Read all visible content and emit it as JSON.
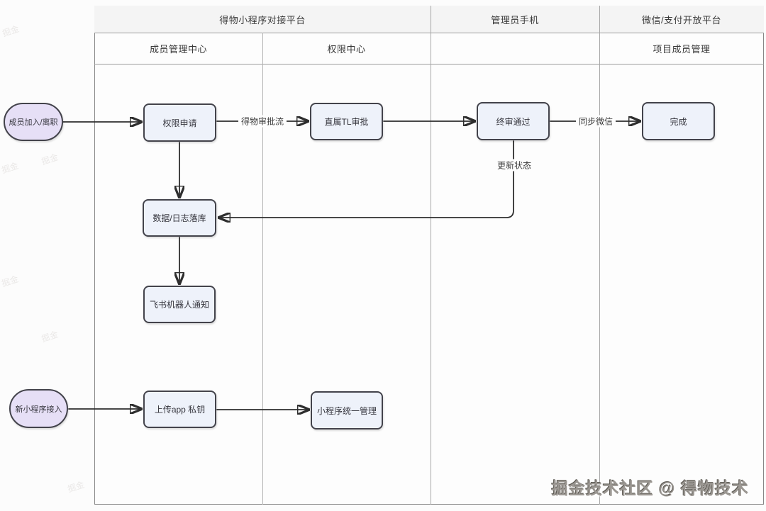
{
  "header": {
    "platform": "得物小程序对接平台",
    "member_center": "成员管理中心",
    "perm_center": "权限中心",
    "admin_phone": "管理员手机",
    "wechat_platform": "微信/支付开放平台",
    "project_member_mgmt": "项目成员管理"
  },
  "nodes": {
    "member_join": "成员加入/离职",
    "perm_request": "权限申请",
    "tl_approve": "直属TL审批",
    "final_approve": "终审通过",
    "done": "完成",
    "data_log": "数据/日志落库",
    "feishu_notify": "飞书机器人通知",
    "new_miniapp": "新小程序接入",
    "upload_key": "上传app 私钥",
    "miniapp_mgmt": "小程序统一管理"
  },
  "edges": {
    "approval_flow_label": "得物审批流",
    "sync_wechat_label": "同步微信",
    "update_status_label": "更新状态"
  },
  "watermark": {
    "footer": "掘金技术社区 @ 得物技术",
    "faint": "掘金"
  },
  "colors": {
    "box_fill": "#eef2fa",
    "oval_fill": "#e6dff6",
    "node_border": "#43434b",
    "lane_line": "#a6a6a6",
    "arrow": "#2e2e2e",
    "title_row_bg": "#f4f4f4"
  }
}
